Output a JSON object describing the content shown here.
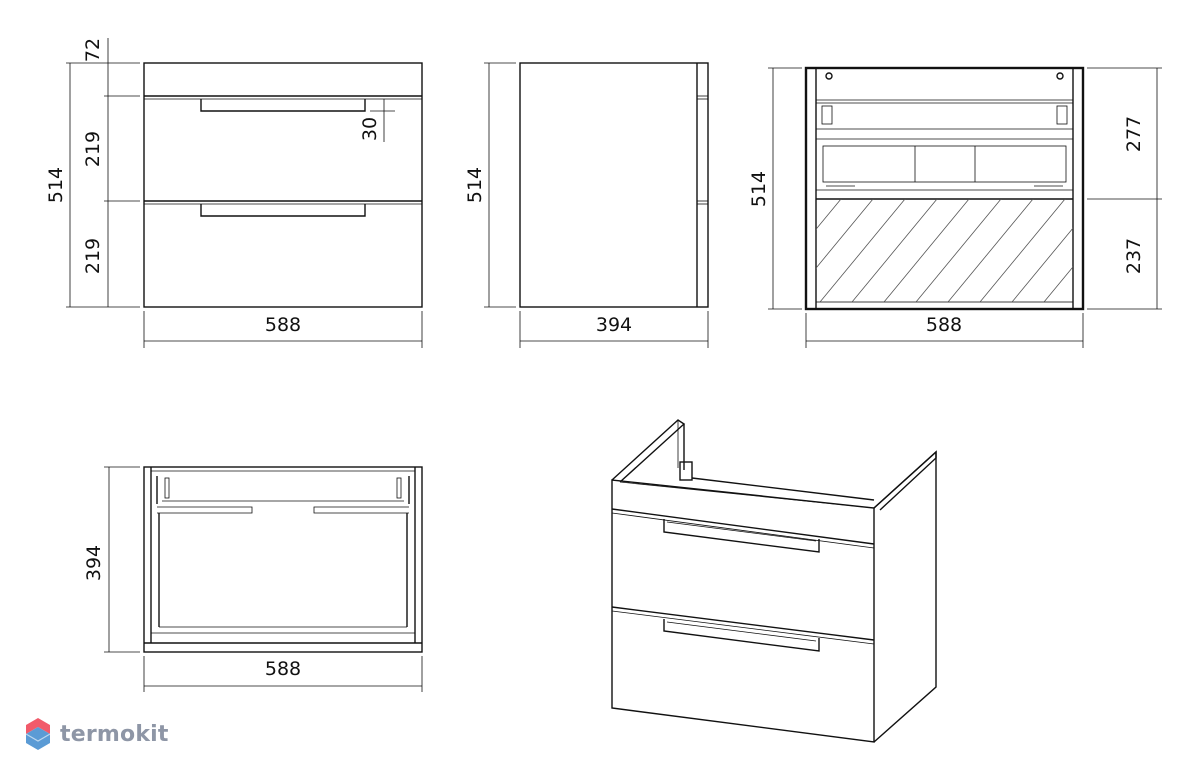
{
  "front_view": {
    "top_strip_height": "72",
    "total_height": "514",
    "drawer_top_height": "219",
    "drawer_bottom_height": "219",
    "handle_offset": "30",
    "width": "588"
  },
  "side_view": {
    "height": "514",
    "depth": "394"
  },
  "rear_view": {
    "height": "514",
    "upper_height": "277",
    "lower_height": "237",
    "width": "588"
  },
  "top_view": {
    "depth": "394",
    "width": "588"
  },
  "brand": {
    "name": "termokit",
    "logo_colors": [
      "#f15a6a",
      "#5b9bd5"
    ]
  }
}
